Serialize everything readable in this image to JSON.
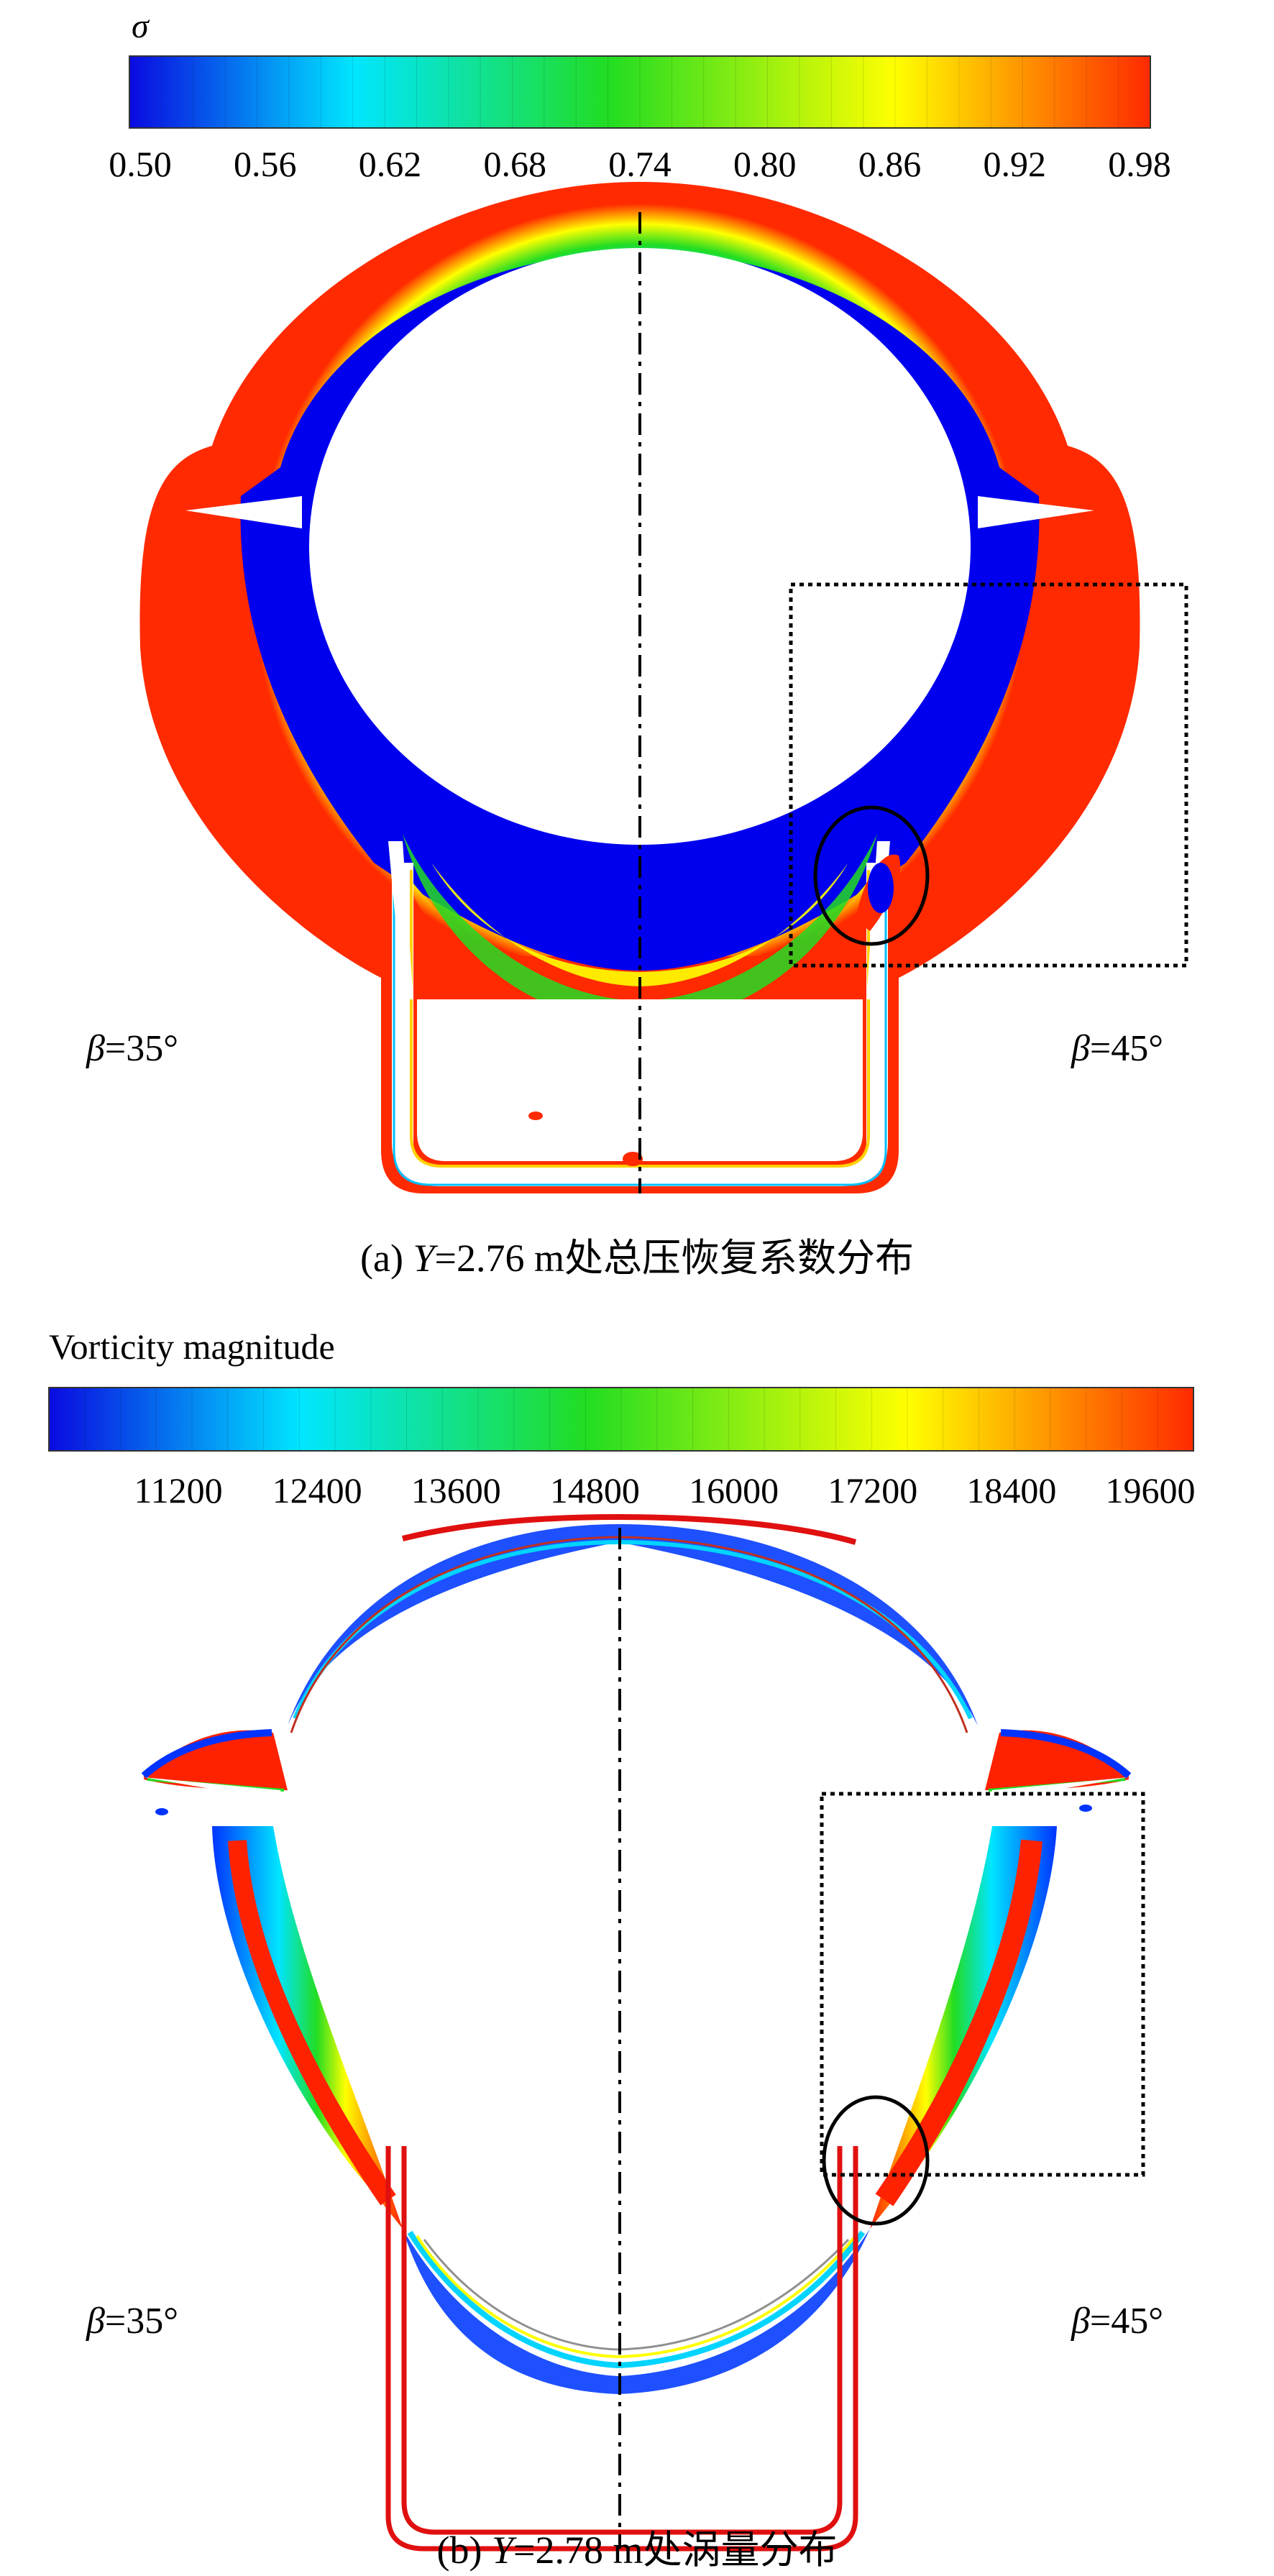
{
  "figure_a": {
    "legend_symbol": "σ",
    "ticks": [
      "0.50",
      "0.56",
      "0.62",
      "0.68",
      "0.74",
      "0.80",
      "0.86",
      "0.92",
      "0.98"
    ],
    "left_label": {
      "symbol": "β",
      "value": "=35°"
    },
    "right_label": {
      "symbol": "β",
      "value": "=45°"
    },
    "caption": {
      "prefix": "(a) ",
      "var": "Y",
      "text": "=2.76 m处总压恢复系数分布"
    }
  },
  "figure_b": {
    "legend_title": "Vorticity magnitude",
    "ticks": [
      "11200",
      "12400",
      "13600",
      "14800",
      "16000",
      "17200",
      "18400",
      "19600"
    ],
    "left_label": {
      "symbol": "β",
      "value": "=35°"
    },
    "right_label": {
      "symbol": "β",
      "value": "=45°"
    },
    "caption": {
      "prefix": "(b) ",
      "var": "Y",
      "text": "=2.78 m处涡量分布"
    }
  },
  "colors": {
    "blue": "#0000ee",
    "cyan": "#00e5ff",
    "green": "#22dd22",
    "yellow": "#ffff00",
    "red": "#ff2200"
  }
}
